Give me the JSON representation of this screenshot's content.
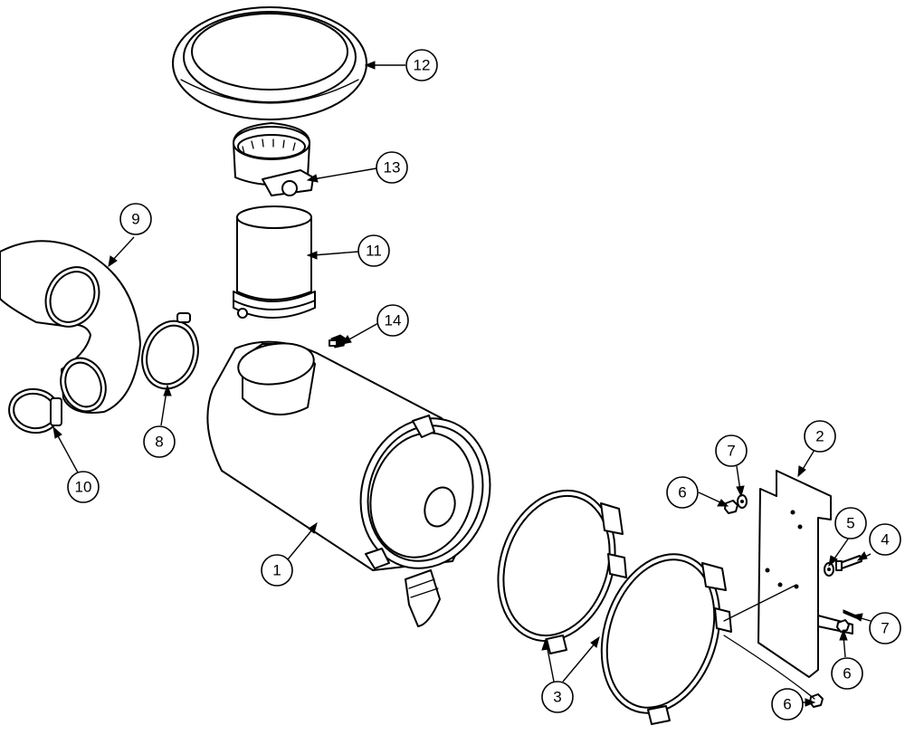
{
  "callouts": [
    {
      "id": "c1",
      "label": "1"
    },
    {
      "id": "c2",
      "label": "2"
    },
    {
      "id": "c3",
      "label": "3"
    },
    {
      "id": "c4",
      "label": "4"
    },
    {
      "id": "c5",
      "label": "5"
    },
    {
      "id": "c6a",
      "label": "6"
    },
    {
      "id": "c6b",
      "label": "6"
    },
    {
      "id": "c6c",
      "label": "6"
    },
    {
      "id": "c7a",
      "label": "7"
    },
    {
      "id": "c7b",
      "label": "7"
    },
    {
      "id": "c8",
      "label": "8"
    },
    {
      "id": "c9",
      "label": "9"
    },
    {
      "id": "c10",
      "label": "10"
    },
    {
      "id": "c11",
      "label": "11"
    },
    {
      "id": "c12",
      "label": "12"
    },
    {
      "id": "c13",
      "label": "13"
    },
    {
      "id": "c14",
      "label": "14"
    }
  ]
}
